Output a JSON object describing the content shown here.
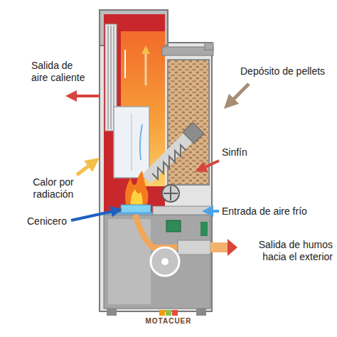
{
  "diagram": {
    "labels": [
      "Salida de aire caliente",
      "Depósito de pellets",
      "Sinfín",
      "Calor por radiación",
      "Cenicero",
      "Entrada de aire frío",
      "Salida de humos hacia el exterior",
      "MOTACUER"
    ]
  }
}
